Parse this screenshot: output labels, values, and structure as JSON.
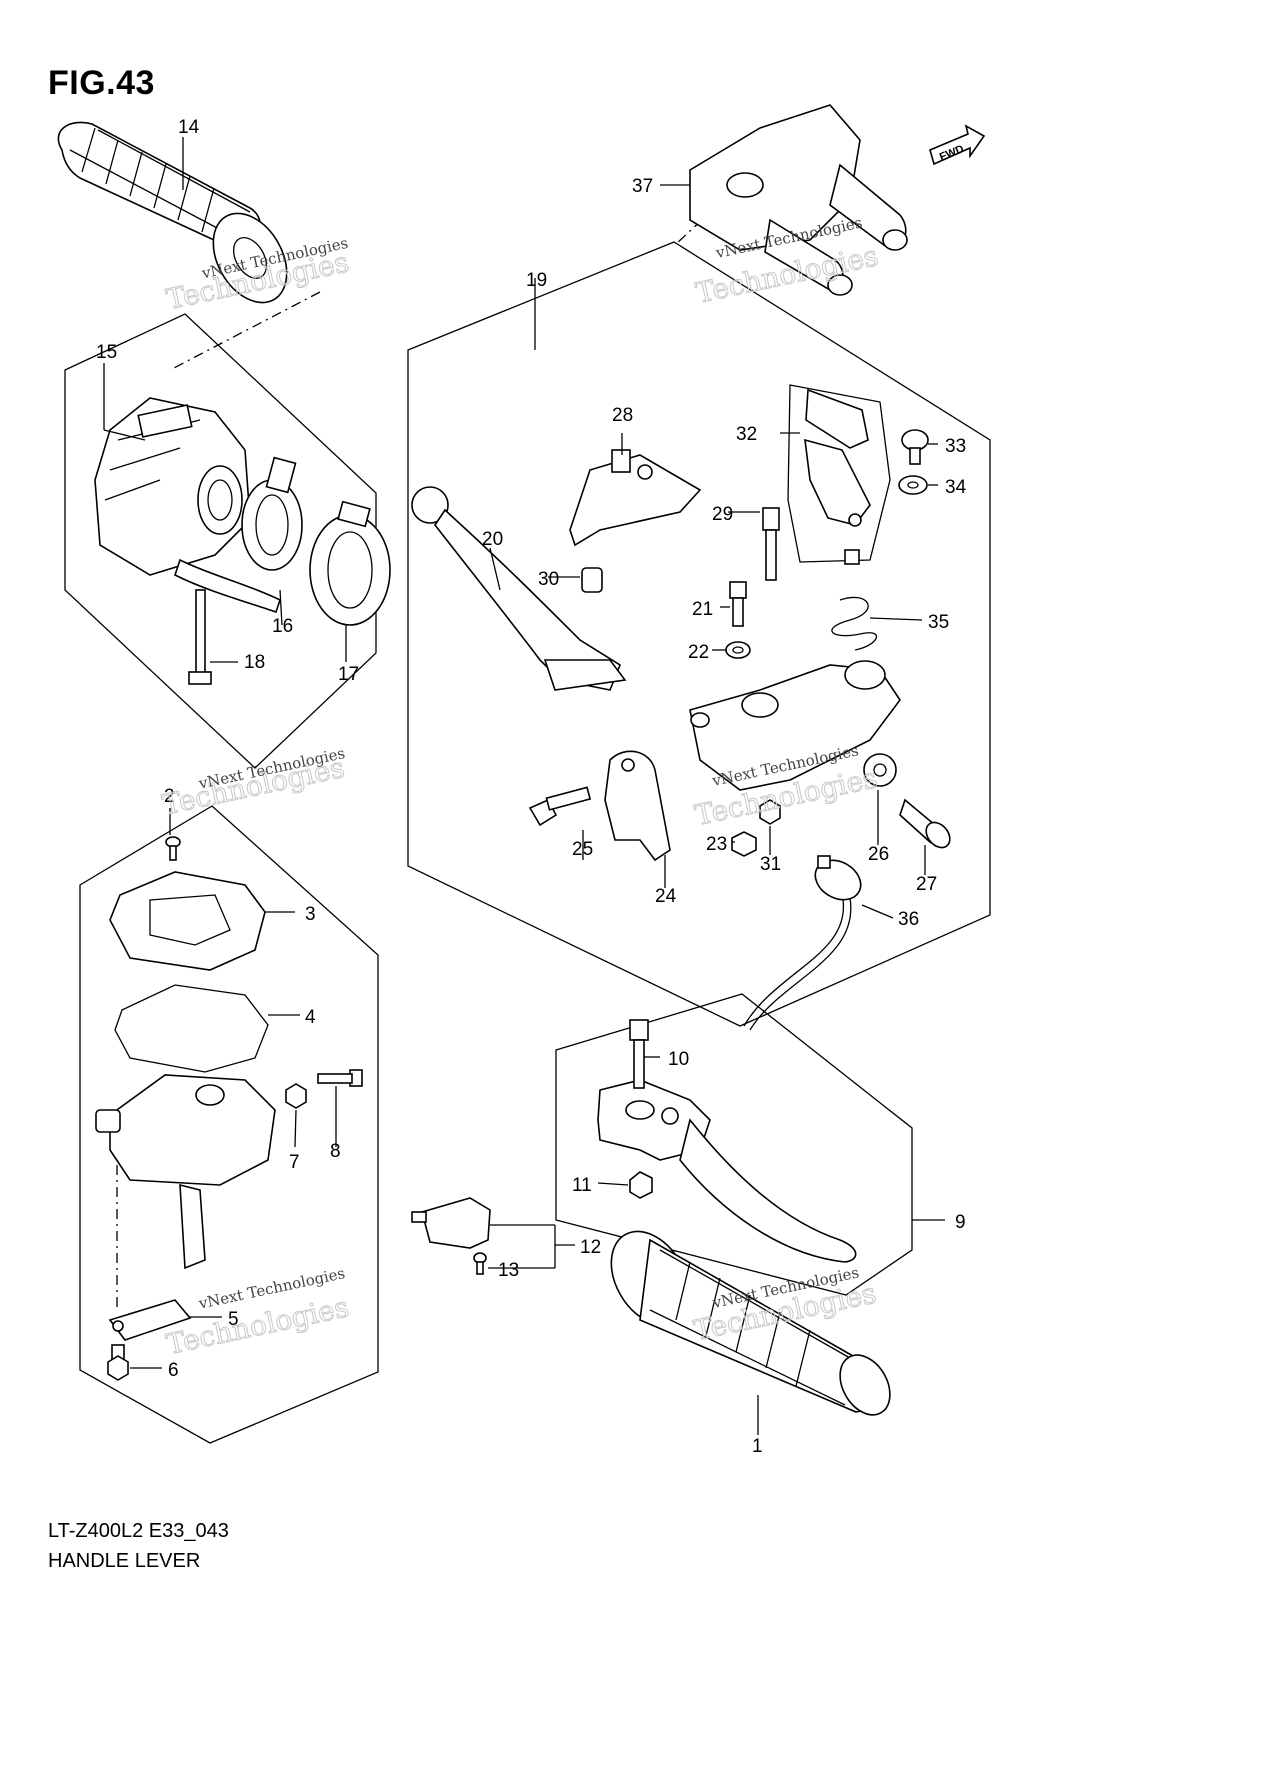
{
  "figure": {
    "title": "FIG.43",
    "model_code": "LT-Z400L2 E33_043",
    "name": "HANDLE LEVER"
  },
  "fwd_badge": "FWD",
  "watermark": {
    "line1": "vNext Technologies",
    "line2": "Technologies"
  },
  "callouts": [
    {
      "id": "1",
      "label": "1"
    },
    {
      "id": "2",
      "label": "2"
    },
    {
      "id": "3",
      "label": "3"
    },
    {
      "id": "4",
      "label": "4"
    },
    {
      "id": "5",
      "label": "5"
    },
    {
      "id": "6",
      "label": "6"
    },
    {
      "id": "7",
      "label": "7"
    },
    {
      "id": "8",
      "label": "8"
    },
    {
      "id": "9",
      "label": "9"
    },
    {
      "id": "10",
      "label": "10"
    },
    {
      "id": "11",
      "label": "11"
    },
    {
      "id": "12",
      "label": "12"
    },
    {
      "id": "13",
      "label": "13"
    },
    {
      "id": "14",
      "label": "14"
    },
    {
      "id": "15",
      "label": "15"
    },
    {
      "id": "16",
      "label": "16"
    },
    {
      "id": "17",
      "label": "17"
    },
    {
      "id": "18",
      "label": "18"
    },
    {
      "id": "19",
      "label": "19"
    },
    {
      "id": "20",
      "label": "20"
    },
    {
      "id": "21",
      "label": "21"
    },
    {
      "id": "22",
      "label": "22"
    },
    {
      "id": "23",
      "label": "23"
    },
    {
      "id": "24",
      "label": "24"
    },
    {
      "id": "25",
      "label": "25"
    },
    {
      "id": "26",
      "label": "26"
    },
    {
      "id": "27",
      "label": "27"
    },
    {
      "id": "28",
      "label": "28"
    },
    {
      "id": "29",
      "label": "29"
    },
    {
      "id": "30",
      "label": "30"
    },
    {
      "id": "31",
      "label": "31"
    },
    {
      "id": "32",
      "label": "32"
    },
    {
      "id": "33",
      "label": "33"
    },
    {
      "id": "34",
      "label": "34"
    },
    {
      "id": "35",
      "label": "35"
    },
    {
      "id": "36",
      "label": "36"
    },
    {
      "id": "37",
      "label": "37"
    }
  ]
}
